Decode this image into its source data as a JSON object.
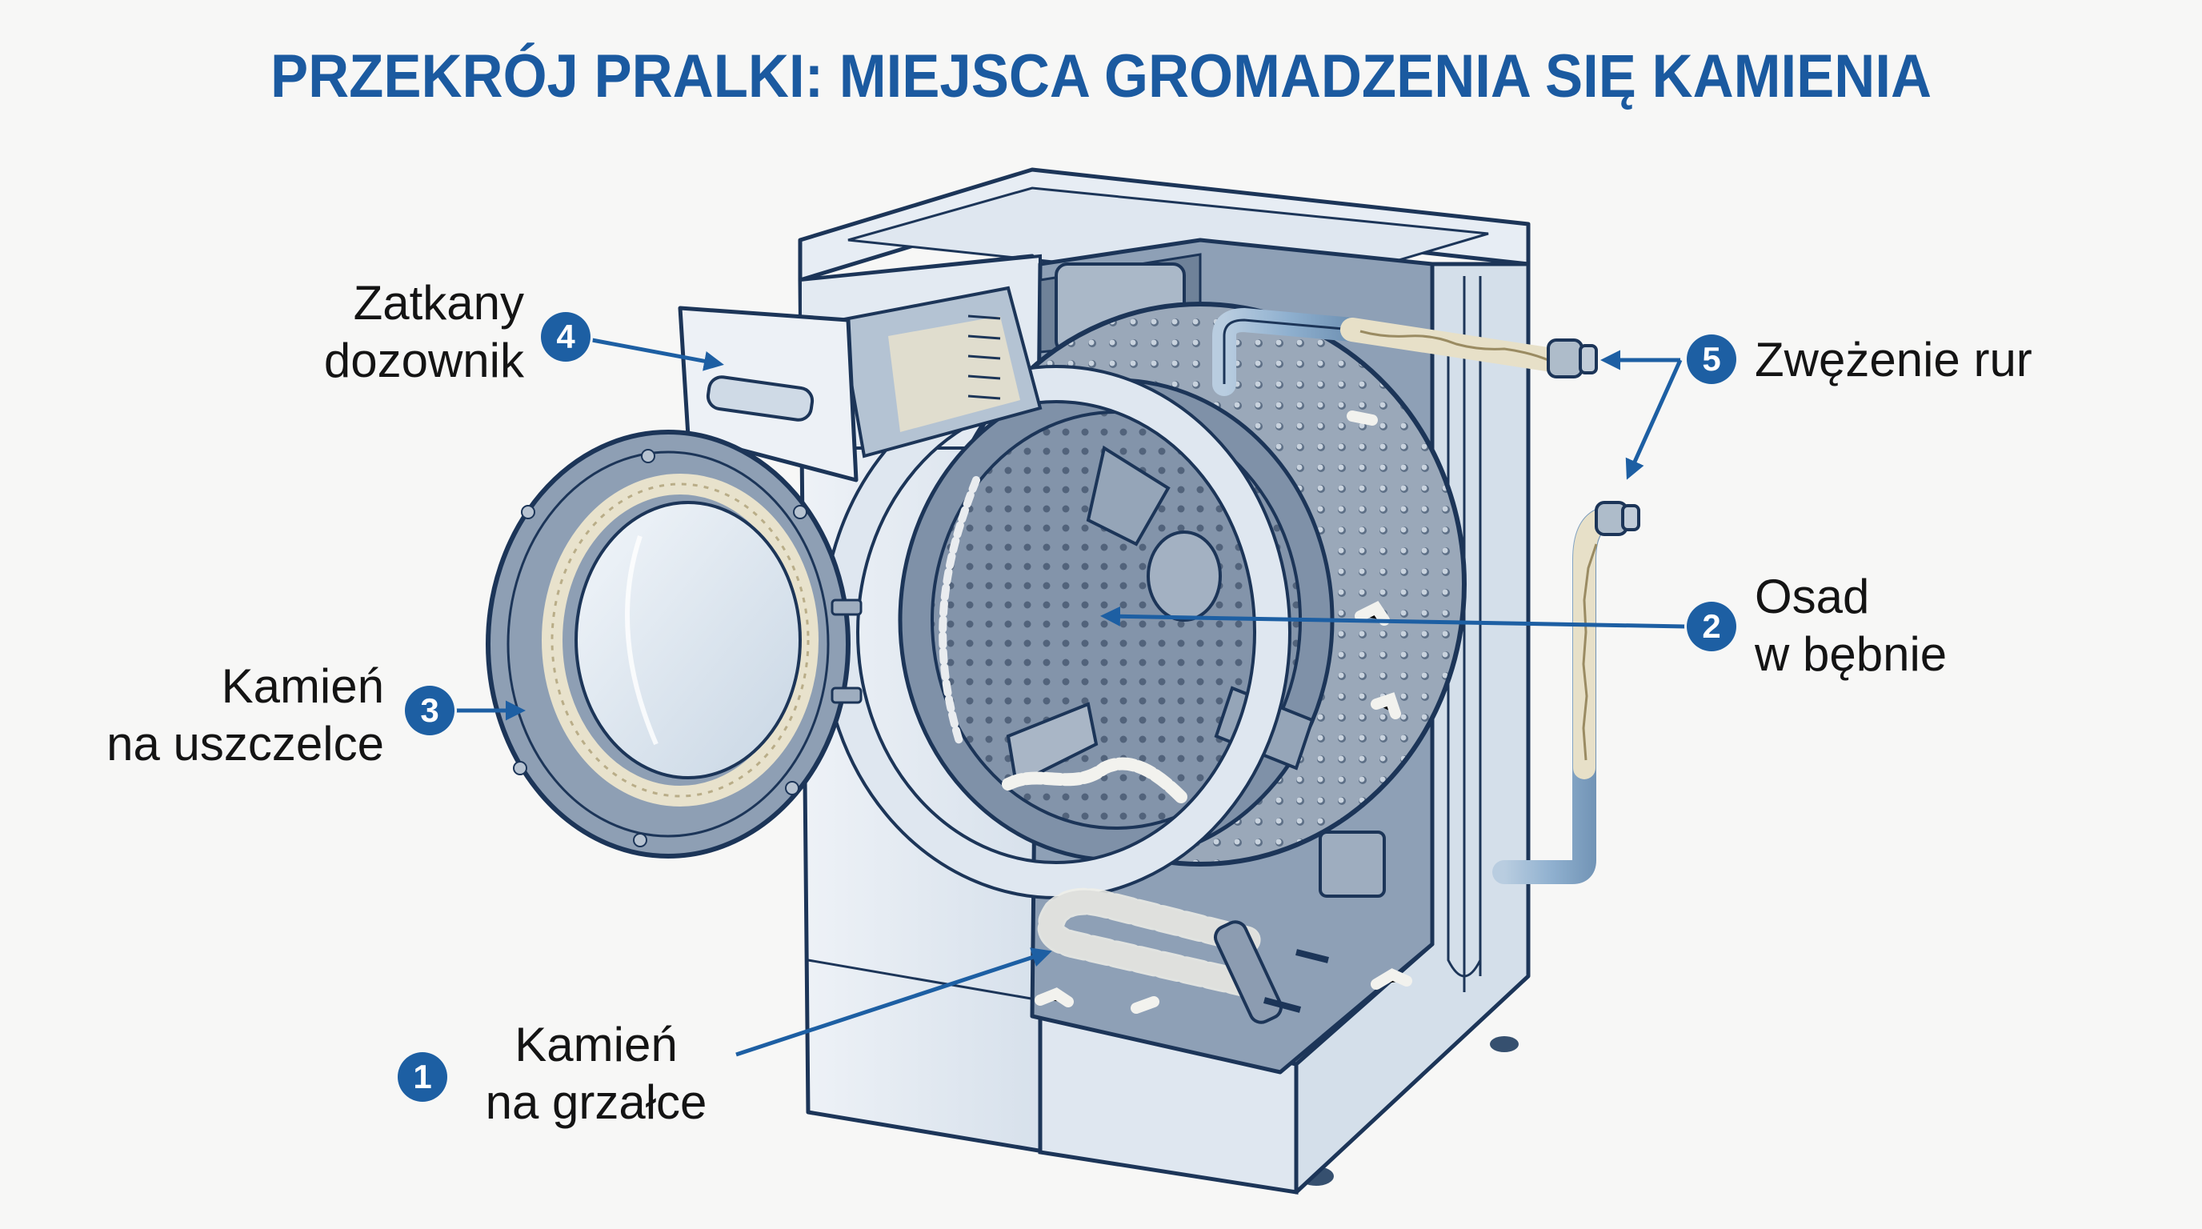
{
  "title": "PRZEKRÓJ PRALKI: MIEJSCA GROMADZENIA SIĘ KAMIENIA",
  "colors": {
    "accent": "#1d5fa3",
    "outline": "#1c3558",
    "body_fill": "#e4ebf3",
    "interior": "#8a9bb0",
    "scale_deposit": "#e8e2cc",
    "background": "#f7f7f6"
  },
  "callouts": [
    {
      "number": "1",
      "line1": "Kamień",
      "line2": "na grzałce",
      "target": "heating-element"
    },
    {
      "number": "2",
      "line1": "Osad",
      "line2": "w bębnie",
      "target": "drum"
    },
    {
      "number": "3",
      "line1": "Kamień",
      "line2": "na uszczelce",
      "target": "door-seal"
    },
    {
      "number": "4",
      "line1": "Zatkany",
      "line2": "dozownik",
      "target": "detergent-dispenser"
    },
    {
      "number": "5",
      "line1": "Zwężenie rur",
      "line2": "",
      "target": "pipes"
    }
  ]
}
